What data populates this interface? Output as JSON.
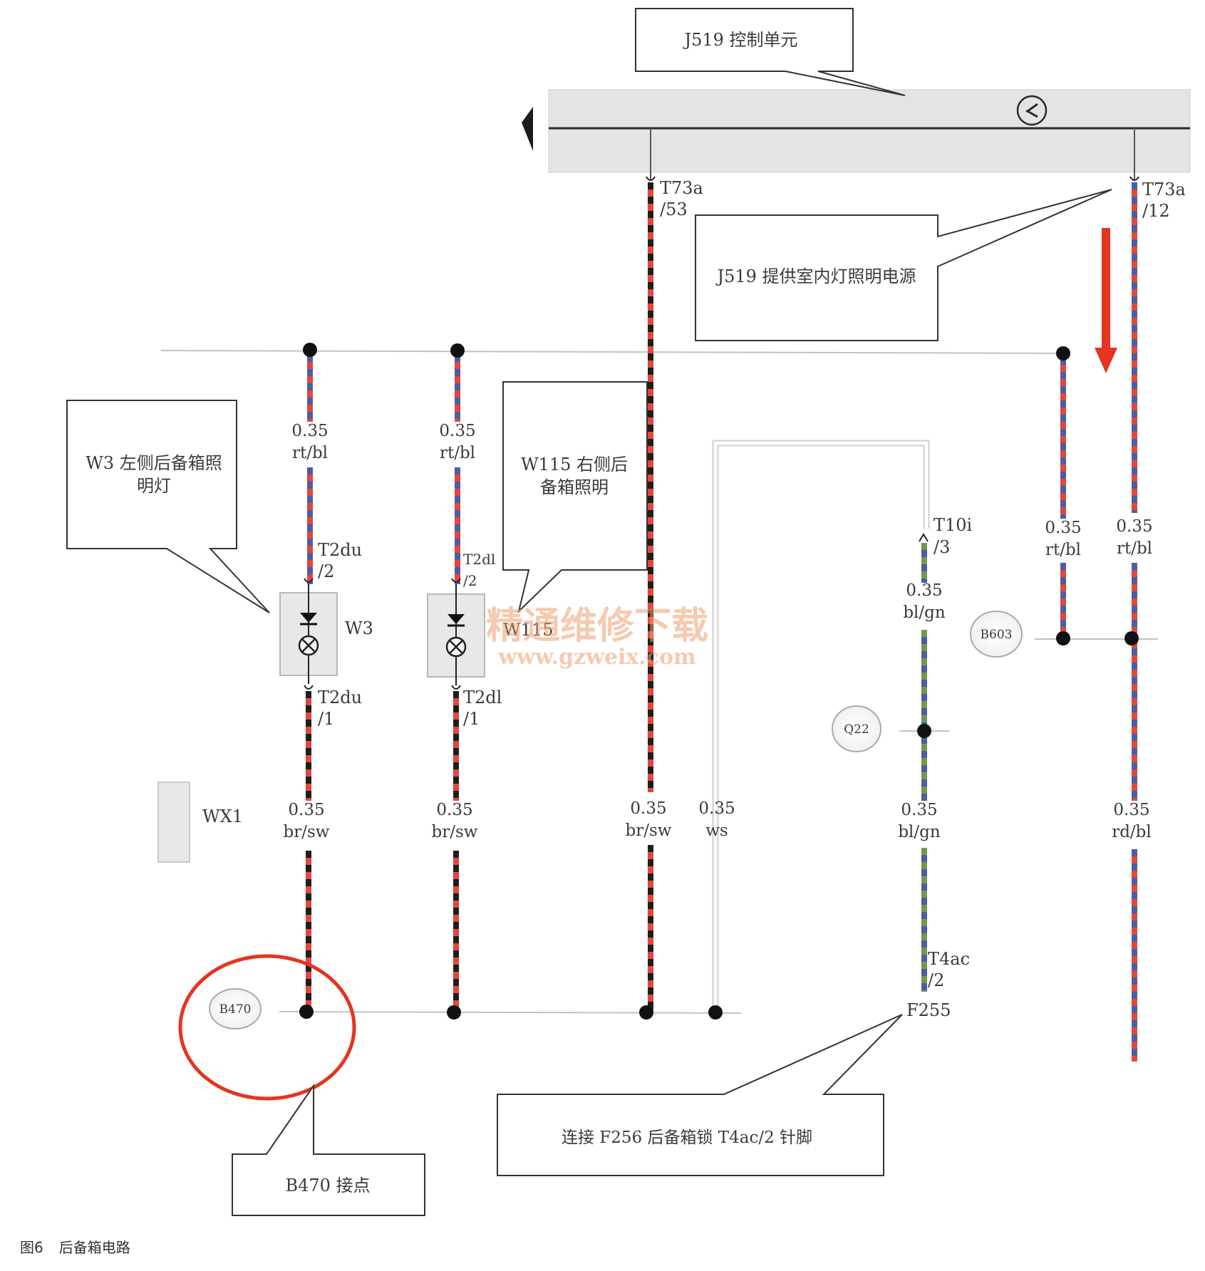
{
  "callouts": {
    "j519_unit": "J519 控制单元",
    "j519_power": "J519 提供室内灯照明电源",
    "w3_lamp": [
      "W3 左侧后备箱照",
      "明灯"
    ],
    "w115_lamp": [
      "W115 右侧后",
      "备箱照明"
    ],
    "f256_pin": "连接 F256 后备箱锁 T4ac/2 针脚",
    "b470_point": "B470 接点"
  },
  "connectors": {
    "t73a_53": [
      "T73a",
      "/53"
    ],
    "t73a_12": [
      "T73a",
      "/12"
    ],
    "t2du_2": [
      "T2du",
      "/2"
    ],
    "t2du_1": [
      "T2du",
      "/1"
    ],
    "t2dl_2": [
      "T2dl",
      "/2"
    ],
    "t2dl_1": [
      "T2dl",
      "/1"
    ],
    "t10i_3": [
      "T10i",
      "/3"
    ],
    "t4ac_2": [
      "T4ac",
      "/2"
    ]
  },
  "components": {
    "w3": "W3",
    "w115": "W115",
    "wx1": "WX1",
    "f255": "F255"
  },
  "ground_points": {
    "b470": "B470",
    "b603": "B603",
    "q22": "Q22"
  },
  "wires": [
    {
      "id": "w3_upper",
      "size": "0.35",
      "color": "rt/bl"
    },
    {
      "id": "w115_upper",
      "size": "0.35",
      "color": "rt/bl"
    },
    {
      "id": "b603_left",
      "size": "0.35",
      "color": "rt/bl"
    },
    {
      "id": "t73a12_upper",
      "size": "0.35",
      "color": "rt/bl"
    },
    {
      "id": "t10i_lower",
      "size": "0.35",
      "color": "bl/gn"
    },
    {
      "id": "w3_lower",
      "size": "0.35",
      "color": "br/sw"
    },
    {
      "id": "w115_lower",
      "size": "0.35",
      "color": "br/sw"
    },
    {
      "id": "t73a53",
      "size": "0.35",
      "color": "br/sw"
    },
    {
      "id": "white_loop",
      "size": "0.35",
      "color": "ws"
    },
    {
      "id": "q22_lower",
      "size": "0.35",
      "color": "bl/gn"
    },
    {
      "id": "t73a12_lower",
      "size": "0.35",
      "color": "rd/bl"
    }
  ],
  "watermark": {
    "line1": "精通维修下载",
    "line2": "www.gzweix.com"
  },
  "caption": {
    "figure": "图6",
    "title": "后备箱电路"
  },
  "colors": {
    "wire_red": "#e5463c",
    "wire_blue": "#4a5ea8",
    "wire_black": "#1e1e1e",
    "wire_green": "#6f9a4a",
    "highlight_circle": "#e5341f",
    "arrow": "#e5341f",
    "bus_bar": "#e6e6e6"
  }
}
